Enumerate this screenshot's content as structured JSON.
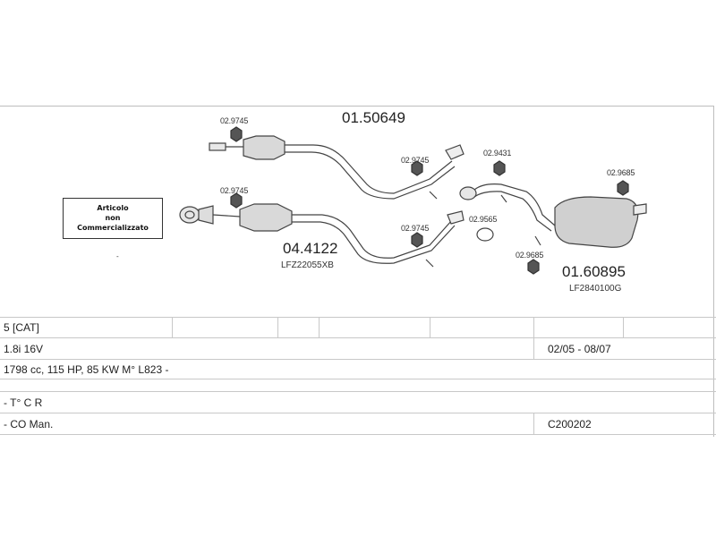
{
  "diagram": {
    "parts": {
      "front_pipe_upper": "01.50649",
      "front_pipe_lower": "04.4122",
      "front_pipe_lower_code": "LFZ22055XB",
      "rear_silencer": "01.60895",
      "rear_silencer_code": "LF2840100G"
    },
    "labels": {
      "clamp_a": "02.9745",
      "clamp_b": "02.9745",
      "clamp_c": "02.9745",
      "clamp_d": "02.9745",
      "mount_a": "02.9431",
      "gasket": "02.9565",
      "mount_b": "02.9685",
      "mount_c": "02.9685"
    },
    "note_box": {
      "line1": "Articolo",
      "line2": "non",
      "line3": "Commercializzato"
    },
    "stray_mark": "-"
  },
  "table": {
    "row1": {
      "col1": "5  [CAT]"
    },
    "row2": {
      "engine": "1.8i 16V",
      "date_range": "02/05 - 08/07"
    },
    "row3": {
      "spec": "1798 cc, 115 HP, 85 KW M° L823 -"
    },
    "row4": {
      "note": "- T° C R"
    },
    "row5": {
      "gearbox": "- CO Man.",
      "code": "C200202"
    }
  }
}
